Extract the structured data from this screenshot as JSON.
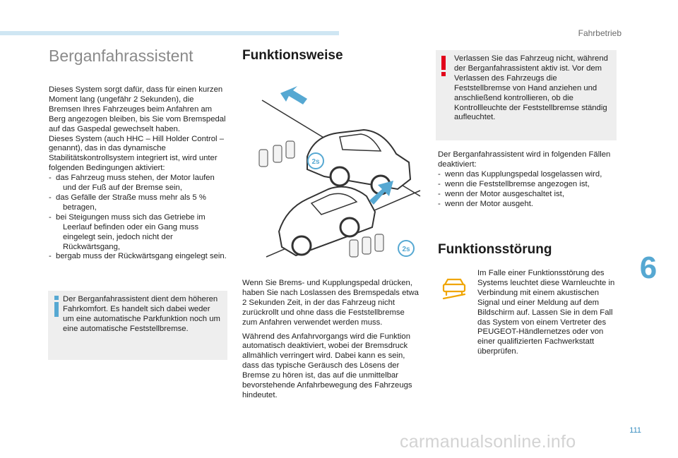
{
  "header": {
    "section": "Fahrbetrieb"
  },
  "left": {
    "title": "Berganfahrassistent",
    "intro": "Dieses System sorgt dafür, dass für einen kurzen Moment lang (ungefähr 2 Sekunden), die Bremsen Ihres Fahrzeuges beim Anfahren am Berg angezogen bleiben, bis Sie vom Bremspedal auf das Gaspedal gewechselt haben.",
    "intro2": "Dieses System (auch HHC – Hill Holder Control – genannt), das in das dynamische Stabilitätskontrollsystem integriert ist, wird unter folgenden Bedingungen aktiviert:",
    "conditions": [
      "-  das Fahrzeug muss stehen, der Motor laufen und der Fuß auf der Bremse sein,",
      "-  das Gefälle der Straße muss mehr als 5 % betragen,",
      "-  bei Steigungen muss sich das Getriebe im Leerlauf befinden oder ein Gang muss eingelegt sein, jedoch nicht der Rückwärtsgang,",
      "-  bergab muss der Rückwärtsgang eingelegt sein."
    ],
    "info_note": "Der Berganfahrassistent dient dem höheren Fahrkomfort. Es handelt sich dabei weder um eine automatische Parkfunktion noch um eine automatische Feststellbremse."
  },
  "middle": {
    "title": "Funktionsweise",
    "para1": "Wenn Sie Brems- und Kupplungspedal drücken, haben Sie nach Loslassen des Bremspedals etwa 2 Sekunden Zeit, in der das Fahrzeug nicht zurückrollt und ohne dass die Feststellbremse zum Anfahren verwendet werden muss.",
    "para2": "Während des Anfahrvorgangs wird die Funktion automatisch deaktiviert, wobei der Bremsdruck allmählich verringert wird. Dabei kann es sein, dass das typische Geräusch des Lösens der Bremse zu hören ist, das auf die unmittelbar bevorstehende Anfahrbewegung des Fahrzeugs hindeutet."
  },
  "right": {
    "warning_note": "Verlassen Sie das Fahrzeug nicht, während der Berganfahrassistent aktiv ist. Vor dem Verlassen des Fahrzeugs die Feststellbremse von Hand anziehen und anschließend kontrollieren, ob die Kontrollleuchte der Feststellbremse ständig aufleuchtet.",
    "deact_intro": "Der Berganfahrassistent wird in folgenden Fällen deaktiviert:",
    "deact_items": [
      "-  wenn das Kupplungspedal losgelassen wird,",
      "-  wenn die Feststellbremse angezogen ist,",
      "-  wenn der Motor ausgeschaltet ist,",
      "-  wenn der Motor ausgeht."
    ],
    "fault_title": "Funktionsstörung",
    "fault_text": "Im Falle einer Funktionsstörung des Systems leuchtet diese Warnleuchte in Verbindung mit einem akustischen Signal und einer Meldung auf dem Bildschirm auf. Lassen Sie in dem Fall das System von einem Vertreter des PEUGEOT-Händlernetzes oder von einer qualifizierten Fachwerkstatt überprüfen."
  },
  "chapter_number": "6",
  "page_number": "111",
  "watermark": "carmanualsonline.info",
  "colors": {
    "accent_blue": "#56a8d2",
    "warning_red": "#e2001a",
    "note_grey": "#eeeeee",
    "fault_icon_orange": "#f0a500"
  },
  "icons": [
    "info-icon",
    "warning-exclamation-icon",
    "hill-assist-fault-icon",
    "hill-assist-pedal-icon",
    "direction-arrow-icon"
  ]
}
